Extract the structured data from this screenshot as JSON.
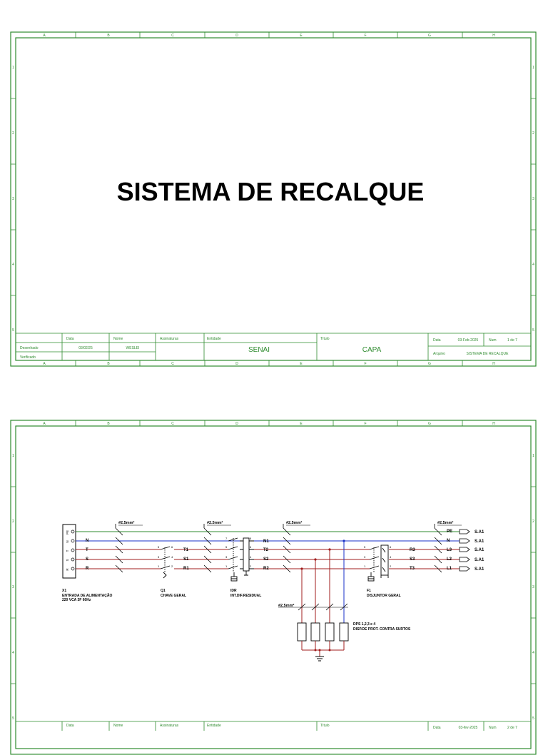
{
  "colors": {
    "frame": "#2e8b2e",
    "neutral": "#1a32c8",
    "phase": "#a01c1c",
    "earth": "#2e8b2e",
    "ink": "#000000"
  },
  "frame": {
    "columns": [
      "A",
      "B",
      "C",
      "D",
      "E",
      "F",
      "G",
      "H"
    ],
    "rows": [
      "1",
      "2",
      "3",
      "4",
      "5"
    ]
  },
  "sheet1": {
    "title": "SISTEMA DE RECALQUE",
    "titleblock": {
      "data_h": "Data",
      "nome_h": "Nome",
      "assin_h": "Assinaturas",
      "entidade_h": "Entidade",
      "titulo_h": "Título",
      "desenhado_l": "Desenhado",
      "verificado_l": "Verificado",
      "desenhado_date": "03/02/25",
      "desenhado_name": "WESLEI",
      "entidade_v": "SENAI",
      "titulo_v": "CAPA",
      "data_l": "Data",
      "date_v": "03-Feb-2025",
      "num_l": "Num",
      "num_v": "1 de 7",
      "arquivo_l": "Arquivo",
      "arquivo_v": "SISTEMA DE RECALQUE"
    }
  },
  "sheet2": {
    "cable_labels": [
      "#2.5mm²",
      "#2.5mm²",
      "#2.5mm²",
      "#2.5mm²",
      "#2.5mm²"
    ],
    "x1": {
      "terminals": [
        "PE",
        "N",
        "T",
        "S",
        "R"
      ],
      "conductors": [
        "N",
        "T",
        "S",
        "R"
      ],
      "ref": "X1",
      "line1": "ENTRADA DE ALIMENTAÇÃO",
      "line2": "220 VCA 3F 60Hz"
    },
    "q1": {
      "outs": [
        "T1",
        "S1",
        "R1"
      ],
      "ref": "Q1",
      "desc": "CHAVE GERAL",
      "pins": [
        "5",
        "6",
        "3",
        "4",
        "1",
        "2"
      ]
    },
    "idr": {
      "outs": [
        "N1",
        "T2",
        "S2",
        "R2"
      ],
      "ref": "IDR",
      "desc": "INT.DIF.RESIDUAL",
      "pins": [
        "7",
        "8",
        "5",
        "6",
        "3",
        "4",
        "1",
        "2"
      ]
    },
    "f1": {
      "outs": [
        "R3",
        "S3",
        "T3"
      ],
      "ref": "F1",
      "desc": "DISJUNTOR GERAL",
      "pins": [
        "5",
        "6",
        "3",
        "4",
        "1",
        "2"
      ]
    },
    "outputs": {
      "labels": [
        "PE",
        "N",
        "L3",
        "L2",
        "L1"
      ],
      "target": "S.A1"
    },
    "dps": {
      "ref": "DPS 1,2,3 e 4",
      "desc": "DISP.DE PROT. CONTRA SURTOS"
    },
    "titleblock": {
      "data_h": "Data",
      "nome_h": "Nome",
      "assin_h": "Assinaturas",
      "entidade_h": "Entidade",
      "titulo_h": "Título",
      "data_l": "Data",
      "date_v": "03-fev-2025",
      "num_l": "Num",
      "num_v": "2 de 7"
    }
  }
}
